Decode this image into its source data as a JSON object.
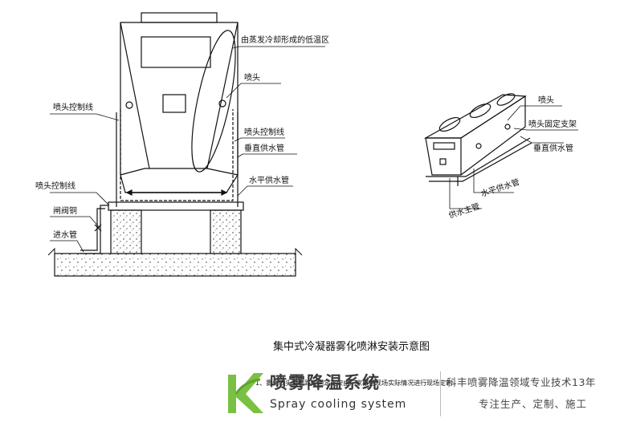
{
  "diagram": {
    "title": "集中式冷凝器雾化喷淋安装示意图",
    "note": "1、雾化喷头及管路的固定支架由厂家根据现场实际情况进行现场定制",
    "left_labels": {
      "low_temp_zone": "由蒸发冷却形成的低温区",
      "nozzle": "喷头",
      "nozzle_control_line_a": "喷头控制线",
      "nozzle_control_line_b": "喷头控制线",
      "vertical_supply_pipe": "垂直供水管",
      "horizontal_supply_pipe": "水平供水管",
      "nozzle_control_line_c": "喷头控制线",
      "gate_valve": "闸阀铜",
      "inlet_pipe": "进水管"
    },
    "right_labels": {
      "nozzle": "喷头",
      "nozzle_bracket": "喷头固定支架",
      "vertical_supply_pipe": "垂直供水管",
      "horizontal_supply_pipe": "水平供水管",
      "main_supply_pipe": "供水主管"
    }
  },
  "brand": {
    "name_cn": "喷雾降温系统",
    "name_en": "Spray cooling system",
    "slogan_line1": "科丰喷雾降温领域专业技术13年",
    "slogan_line2": "专注生产、定制、施工",
    "logo_color": "#7ac143"
  }
}
